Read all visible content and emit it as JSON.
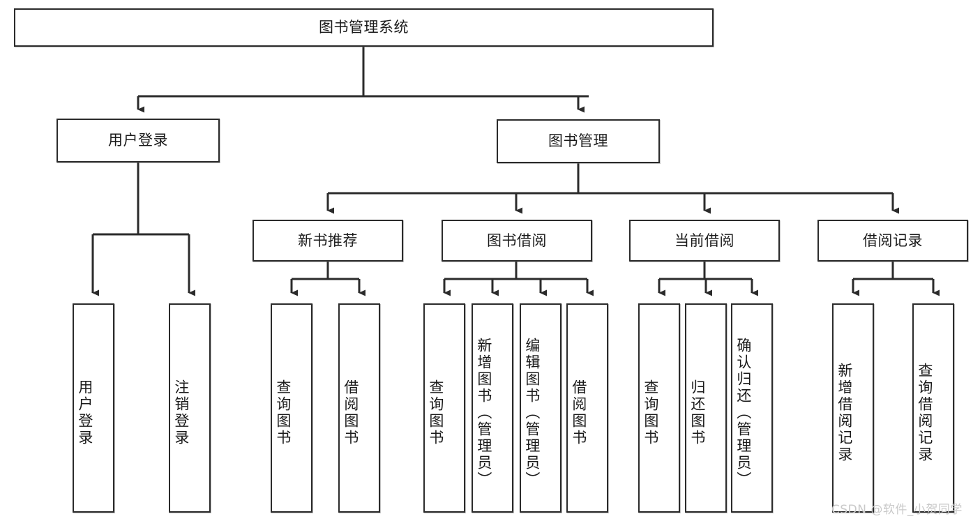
{
  "diagram": {
    "type": "tree-hierarchy",
    "title": "图书管理系统",
    "watermark": "CSDN @软件_小贺同学",
    "colors": {
      "box_border": "#2b2b2b",
      "box_fill": "#ffffff",
      "edge": "#2b2b2b",
      "text": "#1a1a1a",
      "watermark": "#c9c9c9",
      "background": "#ffffff"
    },
    "nodes": {
      "root": {
        "id": "root",
        "label": "图书管理系统",
        "level": 0,
        "orientation": "horizontal"
      },
      "l1": [
        {
          "id": "user-login",
          "label": "用户登录",
          "level": 1,
          "orientation": "horizontal"
        },
        {
          "id": "book-manage",
          "label": "图书管理",
          "level": 1,
          "orientation": "horizontal"
        }
      ],
      "l2": [
        {
          "id": "new-book-recommend",
          "label": "新书推荐",
          "level": 2,
          "orientation": "horizontal",
          "parent": "book-manage"
        },
        {
          "id": "book-borrow",
          "label": "图书借阅",
          "level": 2,
          "orientation": "horizontal",
          "parent": "book-manage"
        },
        {
          "id": "current-borrow",
          "label": "当前借阅",
          "level": 2,
          "orientation": "horizontal",
          "parent": "book-manage"
        },
        {
          "id": "borrow-record",
          "label": "借阅记录",
          "level": 2,
          "orientation": "horizontal",
          "parent": "book-manage"
        }
      ],
      "leaves": [
        {
          "id": "leaf-user-login",
          "label": "用户登录",
          "orientation": "vertical",
          "parent": "user-login"
        },
        {
          "id": "leaf-logout-login",
          "label": "注销登录",
          "orientation": "vertical",
          "parent": "user-login"
        },
        {
          "id": "leaf-query-book-1",
          "label": "查询图书",
          "orientation": "vertical",
          "parent": "new-book-recommend"
        },
        {
          "id": "leaf-borrow-book-1",
          "label": "借阅图书",
          "orientation": "vertical",
          "parent": "new-book-recommend"
        },
        {
          "id": "leaf-query-book-2",
          "label": "查询图书",
          "orientation": "vertical",
          "parent": "book-borrow"
        },
        {
          "id": "leaf-add-book",
          "label": "新增图书（管理员）",
          "orientation": "vertical",
          "parent": "book-borrow"
        },
        {
          "id": "leaf-edit-book",
          "label": "编辑图书（管理员）",
          "orientation": "vertical",
          "parent": "book-borrow"
        },
        {
          "id": "leaf-borrow-book-2",
          "label": "借阅图书",
          "orientation": "vertical",
          "parent": "book-borrow"
        },
        {
          "id": "leaf-query-book-3",
          "label": "查询图书",
          "orientation": "vertical",
          "parent": "current-borrow"
        },
        {
          "id": "leaf-return-book",
          "label": "归还图书",
          "orientation": "vertical",
          "parent": "current-borrow"
        },
        {
          "id": "leaf-confirm-return",
          "label": "确认归还（管理员）",
          "orientation": "vertical",
          "parent": "current-borrow"
        },
        {
          "id": "leaf-add-record",
          "label": "新增借阅记录",
          "orientation": "vertical",
          "parent": "borrow-record"
        },
        {
          "id": "leaf-query-record",
          "label": "查询借阅记录",
          "orientation": "vertical",
          "parent": "borrow-record"
        }
      ]
    }
  }
}
